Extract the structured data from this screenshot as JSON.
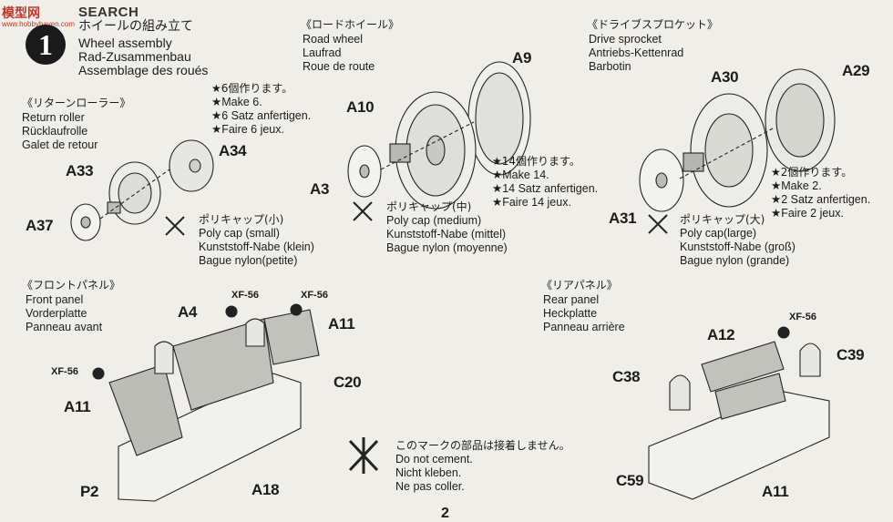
{
  "watermark": {
    "brand": "模型网",
    "url": "www.hobbyhaven.com"
  },
  "header_tag": "SEARCH",
  "step": {
    "number": "1",
    "jp": "ホイールの組み立て",
    "en": "Wheel assembly",
    "de": "Rad-Zusammenbau",
    "fr": "Assemblage des roués"
  },
  "return_roller": {
    "jp": "《リターンローラー》",
    "en": "Return roller",
    "de": "Rücklaufrolle",
    "fr": "Galet de retour",
    "make": [
      "★6個作ります。",
      "★Make 6.",
      "★6 Satz anfertigen.",
      "★Faire 6 jeux."
    ],
    "parts": [
      "A33",
      "A34",
      "A37"
    ],
    "cap": [
      "ポリキャップ(小)",
      "Poly cap (small)",
      "Kunststoff-Nabe (klein)",
      "Bague nylon(petite)"
    ]
  },
  "road_wheel": {
    "jp": "《ロードホイール》",
    "en": "Road wheel",
    "de": "Laufrad",
    "fr": "Roue de route",
    "make": [
      "★14個作ります。",
      "★Make 14.",
      "★14 Satz anfertigen.",
      "★Faire 14 jeux."
    ],
    "parts": [
      "A9",
      "A10",
      "A3"
    ],
    "cap": [
      "ポリキャップ(中)",
      "Poly cap (medium)",
      "Kunststoff-Nabe (mittel)",
      "Bague nylon (moyenne)"
    ]
  },
  "drive_sprocket": {
    "jp": "《ドライブスプロケット》",
    "en": "Drive sprocket",
    "de": "Antriebs-Kettenrad",
    "fr": "Barbotin",
    "make": [
      "★2個作ります。",
      "★Make 2.",
      "★2 Satz anfertigen.",
      "★Faire 2 jeux."
    ],
    "parts": [
      "A30",
      "A29",
      "A31"
    ],
    "cap": [
      "ポリキャップ(大)",
      "Poly cap(large)",
      "Kunststoff-Nabe (groß)",
      "Bague nylon (grande)"
    ]
  },
  "front_panel": {
    "jp": "《フロントパネル》",
    "en": "Front panel",
    "de": "Vorderplatte",
    "fr": "Panneau avant",
    "parts": [
      "A4",
      "A11",
      "C20",
      "A11",
      "P2",
      "A18"
    ],
    "paint": [
      "XF-56",
      "XF-56",
      "XF-56"
    ]
  },
  "rear_panel": {
    "jp": "《リアパネル》",
    "en": "Rear panel",
    "de": "Heckplatte",
    "fr": "Panneau arrière",
    "parts": [
      "A12",
      "C39",
      "C38",
      "C59",
      "A11"
    ],
    "paint": [
      "XF-56"
    ]
  },
  "no_cement": [
    "このマークの部品は接着しません。",
    "Do not cement.",
    "Nicht kleben.",
    "Ne pas coller."
  ],
  "page_number": "2"
}
